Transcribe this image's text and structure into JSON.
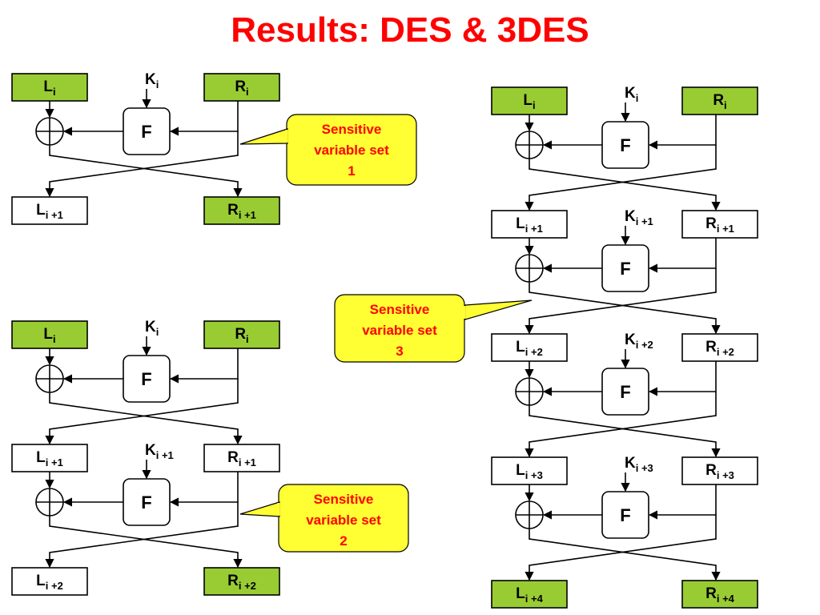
{
  "title": "Results: DES & 3DES",
  "colors": {
    "title": "#ff0000",
    "highlight_register": "#99cc33",
    "callout_fill": "#ffff33",
    "callout_text": "#ff0000",
    "line": "#000000"
  },
  "function_label": "F",
  "diagrams": [
    {
      "id": "one-round",
      "rounds": [
        {
          "left": {
            "main": "L",
            "sub": "i",
            "highlight": true
          },
          "key": {
            "main": "K",
            "sub": "i"
          },
          "right": {
            "main": "R",
            "sub": "i",
            "highlight": true
          }
        }
      ],
      "outputs": {
        "left": {
          "main": "L",
          "sub": "i +1",
          "highlight": false
        },
        "right": {
          "main": "R",
          "sub": "i +1",
          "highlight": true
        }
      }
    },
    {
      "id": "two-rounds",
      "rounds": [
        {
          "left": {
            "main": "L",
            "sub": "i",
            "highlight": true
          },
          "key": {
            "main": "K",
            "sub": "i"
          },
          "right": {
            "main": "R",
            "sub": "i",
            "highlight": true
          }
        },
        {
          "left": {
            "main": "L",
            "sub": "i +1",
            "highlight": false
          },
          "key": {
            "main": "K",
            "sub": "i +1"
          },
          "right": {
            "main": "R",
            "sub": "i +1",
            "highlight": false
          }
        }
      ],
      "outputs": {
        "left": {
          "main": "L",
          "sub": "i +2",
          "highlight": false
        },
        "right": {
          "main": "R",
          "sub": "i +2",
          "highlight": true
        }
      }
    },
    {
      "id": "four-rounds",
      "rounds": [
        {
          "left": {
            "main": "L",
            "sub": "i",
            "highlight": true
          },
          "key": {
            "main": "K",
            "sub": "i"
          },
          "right": {
            "main": "R",
            "sub": "i",
            "highlight": true
          }
        },
        {
          "left": {
            "main": "L",
            "sub": "i +1",
            "highlight": false
          },
          "key": {
            "main": "K",
            "sub": "i +1"
          },
          "right": {
            "main": "R",
            "sub": "i +1",
            "highlight": false
          }
        },
        {
          "left": {
            "main": "L",
            "sub": "i +2",
            "highlight": false
          },
          "key": {
            "main": "K",
            "sub": "i +2"
          },
          "right": {
            "main": "R",
            "sub": "i +2",
            "highlight": false
          }
        },
        {
          "left": {
            "main": "L",
            "sub": "i +3",
            "highlight": false
          },
          "key": {
            "main": "K",
            "sub": "i +3"
          },
          "right": {
            "main": "R",
            "sub": "i +3",
            "highlight": false
          }
        }
      ],
      "outputs": {
        "left": {
          "main": "L",
          "sub": "i +4",
          "highlight": true
        },
        "right": {
          "main": "R",
          "sub": "i +4",
          "highlight": true
        }
      }
    }
  ],
  "callouts": [
    {
      "lines": [
        "Sensitive",
        "variable set",
        "1"
      ]
    },
    {
      "lines": [
        "Sensitive",
        "variable set",
        "2"
      ]
    },
    {
      "lines": [
        "Sensitive",
        "variable set",
        "3"
      ]
    }
  ]
}
